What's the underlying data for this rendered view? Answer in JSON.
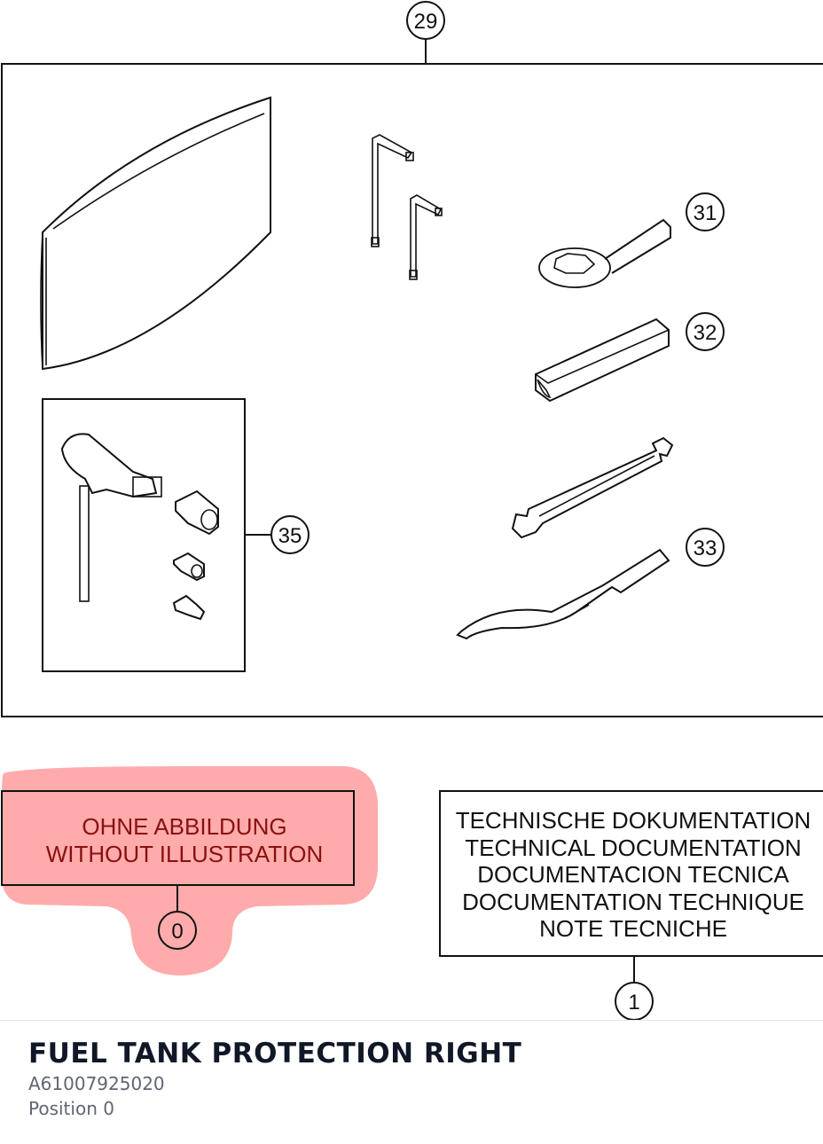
{
  "callouts": {
    "c29": "29",
    "c31": "31",
    "c32": "32",
    "c33": "33",
    "c35": "35",
    "c0": "0",
    "c1": "1"
  },
  "without_illustration_box": {
    "line1": "OHNE ABBILDUNG",
    "line2": "WITHOUT ILLUSTRATION",
    "highlight_color": "#ff8f8f"
  },
  "documentation_box": {
    "lines": [
      "TECHNISCHE DOKUMENTATION",
      "TECHNICAL DOCUMENTATION",
      "DOCUMENTACION TECNICA",
      "DOCUMENTATION TECHNIQUE",
      "NOTE TECNICHE"
    ]
  },
  "part": {
    "title": "FUEL TANK PROTECTION RIGHT",
    "number": "A61007925020",
    "position": "Position 0"
  }
}
